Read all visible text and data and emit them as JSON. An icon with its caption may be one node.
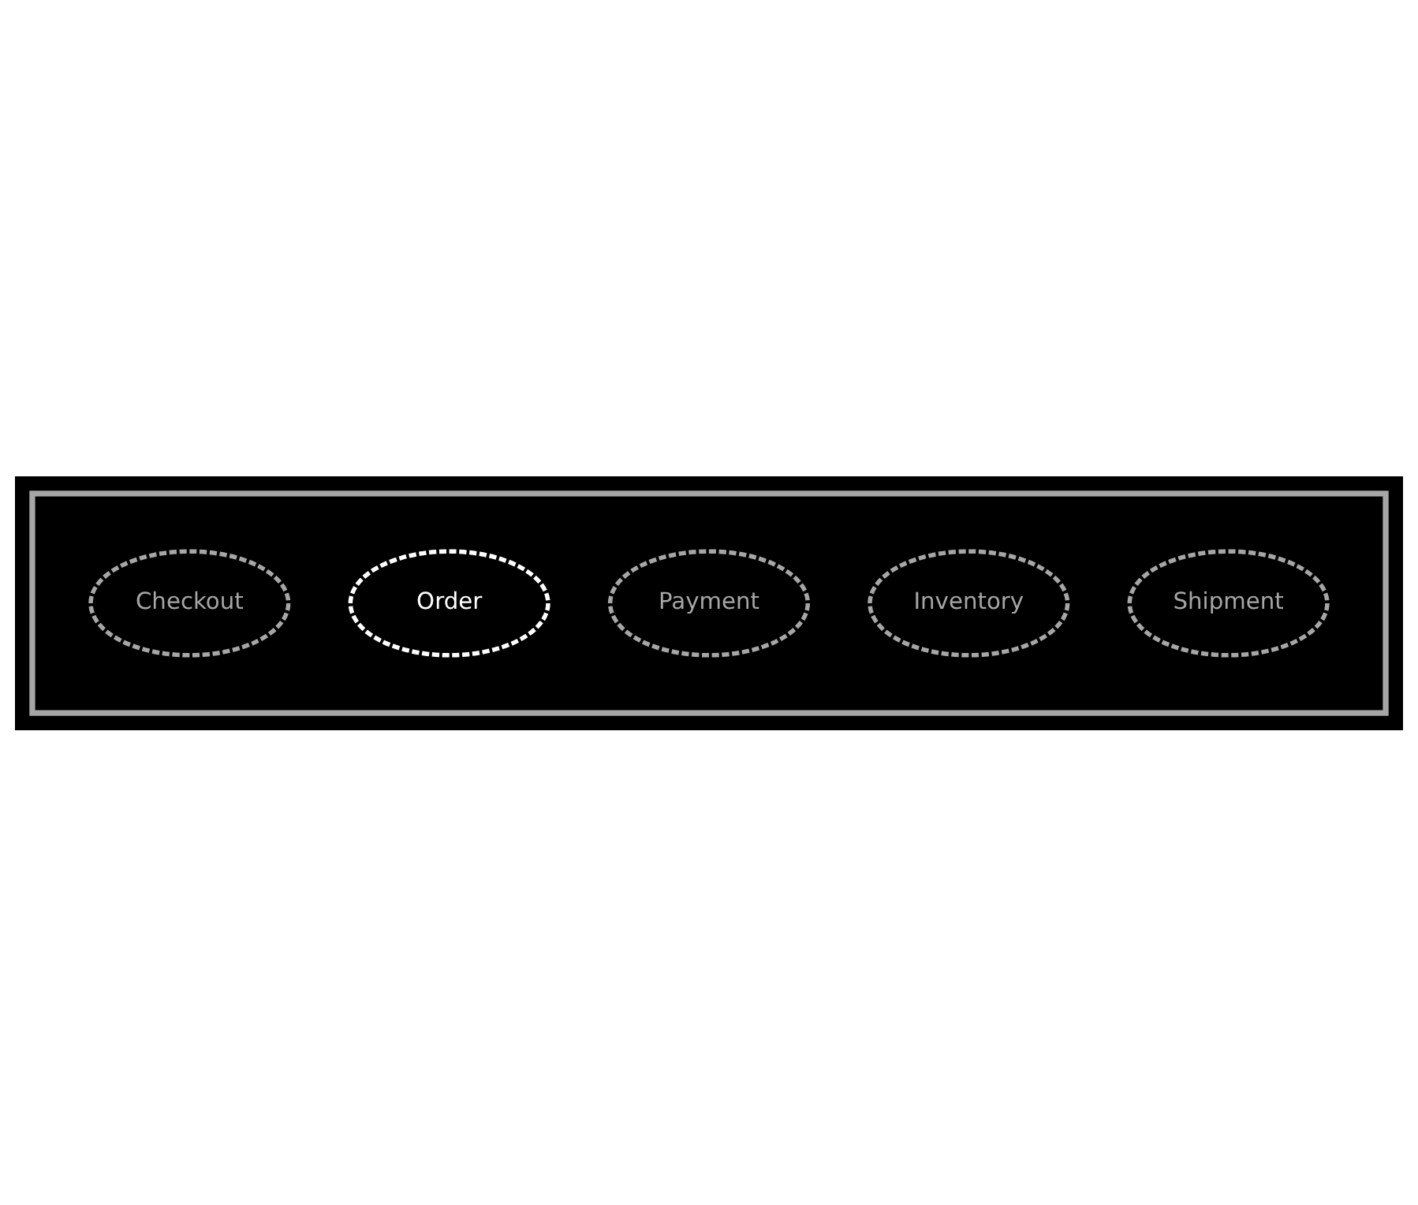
{
  "diagram": {
    "nodes": [
      {
        "text": [],
        "shape": "box"
      },
      {
        "text": [
          "Checkout"
        ],
        "in": 0
      },
      {
        "text": [
          "Order"
        ],
        "in": 0
      },
      {
        "text": [
          "Payment"
        ],
        "in": 0
      },
      {
        "text": [
          "Inventory"
        ],
        "in": 0
      },
      {
        "text": [
          "Shipment"
        ],
        "in": 0
      }
    ]
  }
}
